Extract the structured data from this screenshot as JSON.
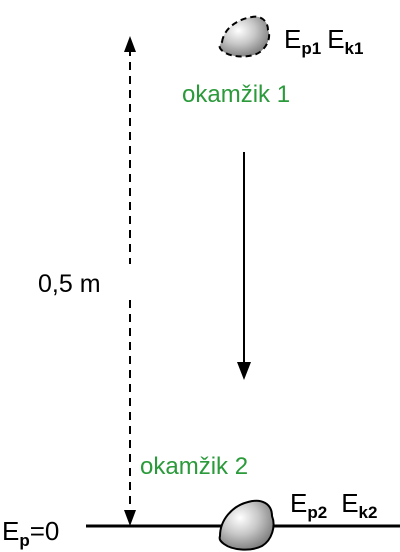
{
  "diagram": {
    "distance_label": "0,5 m",
    "moment_1": {
      "label": "okamžik 1",
      "energy_potential_symbol": "E",
      "energy_potential_sub": "p1",
      "energy_kinetic_symbol": "E",
      "energy_kinetic_sub": "k1"
    },
    "moment_2": {
      "label": "okamžik 2",
      "energy_potential_symbol": "E",
      "energy_potential_sub": "p2",
      "energy_kinetic_symbol": "E",
      "energy_kinetic_sub": "k2"
    },
    "ground_label": {
      "symbol": "E",
      "sub": "p",
      "value": "=0"
    },
    "colors": {
      "moment_text": "#2a9a3a",
      "lines": "#000000",
      "stone_fill": "#9a9a9a"
    }
  }
}
